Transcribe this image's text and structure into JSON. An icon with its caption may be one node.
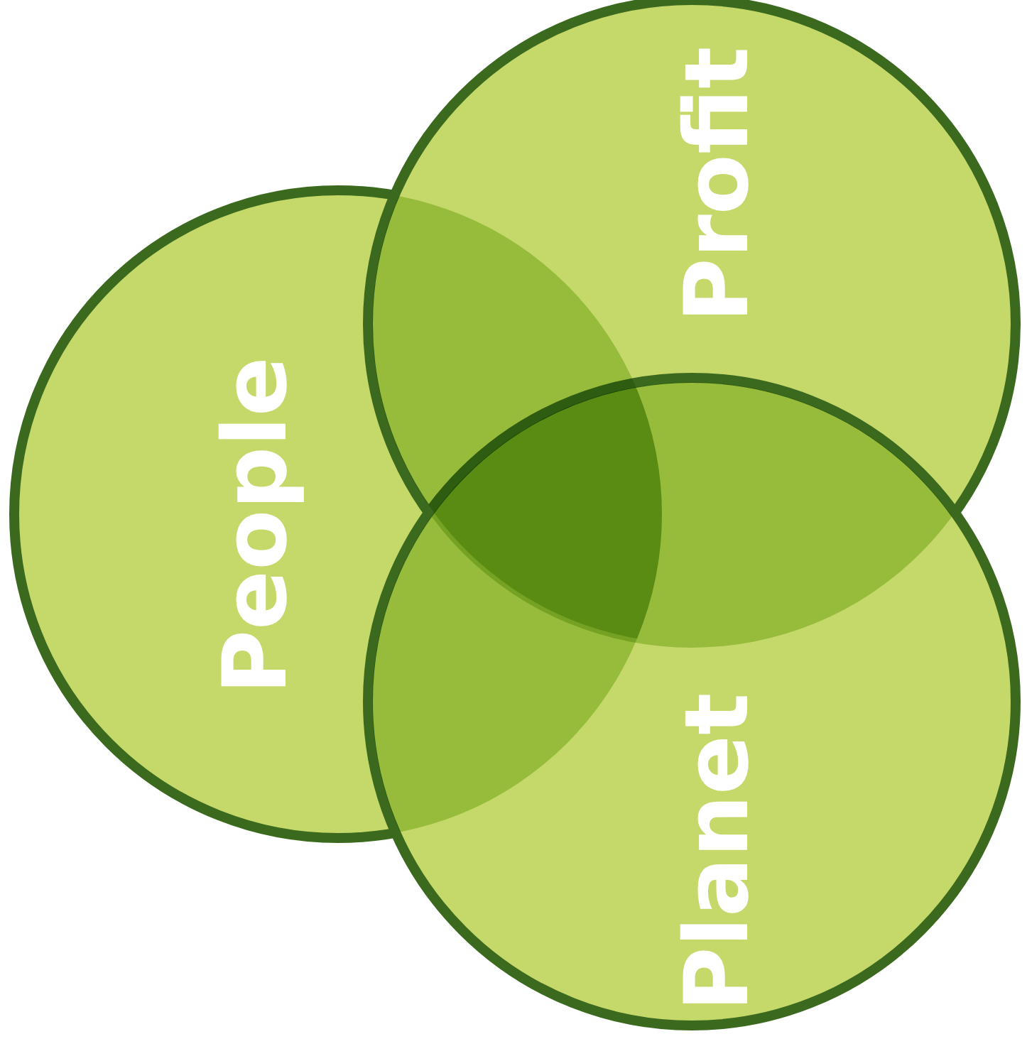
{
  "diagram": {
    "nodes": [
      {
        "text": [
          "People"
        ]
      },
      {
        "text": [
          "Profit"
        ]
      },
      {
        "text": [
          "Planet"
        ]
      }
    ],
    "edges": []
  }
}
